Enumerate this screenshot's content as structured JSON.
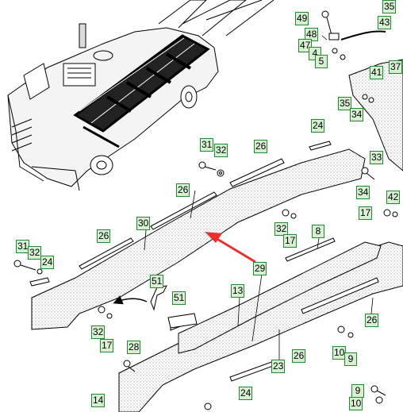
{
  "callouts": [
    "49",
    "35",
    "43",
    "48",
    "47",
    "4",
    "5",
    "37",
    "41",
    "35",
    "34",
    "24",
    "31",
    "32",
    "26",
    "33",
    "34",
    "26",
    "42",
    "17",
    "30",
    "26",
    "8",
    "32",
    "17",
    "31",
    "32",
    "24",
    "29",
    "51",
    "13",
    "51",
    "32",
    "17",
    "26",
    "28",
    "10",
    "9",
    "23",
    "26",
    "14",
    "24",
    "9",
    "10"
  ],
  "colors": {
    "callout_fill": "#d8efd4",
    "callout_border": "#1f8a2e",
    "arrow": "#e8312e",
    "line": "#000000"
  }
}
